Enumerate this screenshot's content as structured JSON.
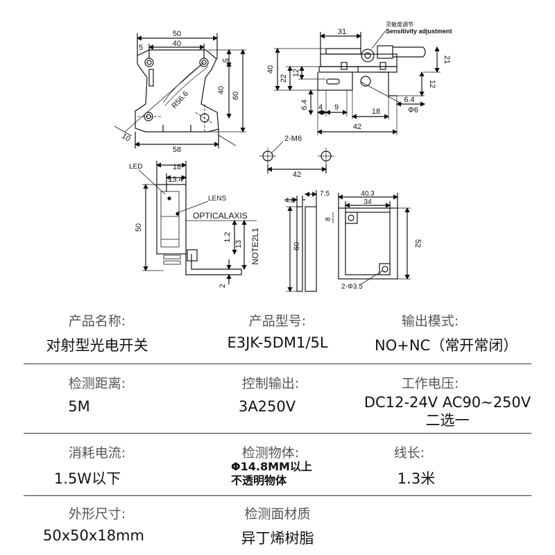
{
  "drawing": {
    "top_view": {
      "dims": [
        "50",
        "5",
        "40",
        "5",
        "40",
        "60",
        "R56.6",
        "10",
        "58"
      ]
    },
    "side_view": {
      "sensitivity_cn": "灵敏度调节",
      "sensitivity_en": "Sensitivity adjustment",
      "dims": [
        "31",
        "40",
        "22",
        "12",
        "21",
        "12",
        "6.4",
        "6.4",
        "4",
        "9",
        "18",
        "Φ6",
        "42"
      ]
    },
    "mount_holes": {
      "dims": [
        "2-M6",
        "42"
      ]
    },
    "front_view": {
      "labels": [
        "LED",
        "LENS",
        "OPTICALAXIS",
        "NOTE2L1"
      ],
      "dims": [
        "18",
        "13.4",
        "50",
        "1.2",
        "13",
        "2"
      ]
    },
    "reflector_side": {
      "dims": [
        "4.8",
        "7.5",
        "60"
      ]
    },
    "reflector_front": {
      "dims": [
        "40.3",
        "34",
        "8",
        "52",
        "2-Φ3.5"
      ]
    }
  },
  "specs": {
    "product_name": {
      "label": "产品名称:",
      "value": "对射型光电开关"
    },
    "product_model": {
      "label": "产品型号:",
      "value": "E3JK-5DM1/5L"
    },
    "output_mode": {
      "label": "输出模式:",
      "value": "NO+NC（常开常闭）"
    },
    "detect_distance": {
      "label": "检测距离:",
      "value": "5M"
    },
    "control_output": {
      "label": "控制输出:",
      "value": "3A250V"
    },
    "working_voltage": {
      "label": "工作电压:",
      "value_line1": "DC12-24V AC90~250V",
      "value_line2": "二选一"
    },
    "power_consumption": {
      "label": "消耗电流:",
      "value": "1.5W以下"
    },
    "detect_object": {
      "label": "检测物体:",
      "value_line1": "Φ14.8MM以上",
      "value_line2": "不透明物体"
    },
    "cable_length": {
      "label": "线长:",
      "value": "1.3米"
    },
    "dimensions": {
      "label": "外形尺寸:",
      "value": "50x50x18mm"
    },
    "surface_material": {
      "label": "检测面材质",
      "value": "异丁烯树脂"
    }
  }
}
